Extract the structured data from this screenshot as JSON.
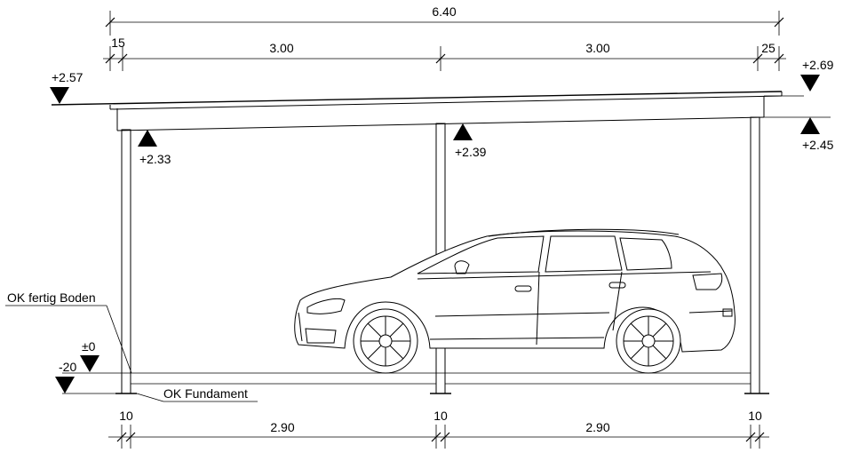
{
  "dimensions": {
    "overall": "6.40",
    "left_overhang": "15",
    "span_left": "3.00",
    "span_right": "3.00",
    "right_overhang": "25",
    "post_left": "10",
    "post_mid": "10",
    "post_right": "10",
    "clear_left": "2.90",
    "clear_right": "2.90"
  },
  "levels": {
    "roof_left": "+2.57",
    "roof_right": "+2.69",
    "beam_left": "+2.33",
    "beam_mid": "+2.39",
    "beam_right": "+2.45",
    "floor": "±0",
    "foundation": "-20"
  },
  "notes": {
    "finished_floor": "OK fertig Boden",
    "foundation_top": "OK Fundament"
  }
}
